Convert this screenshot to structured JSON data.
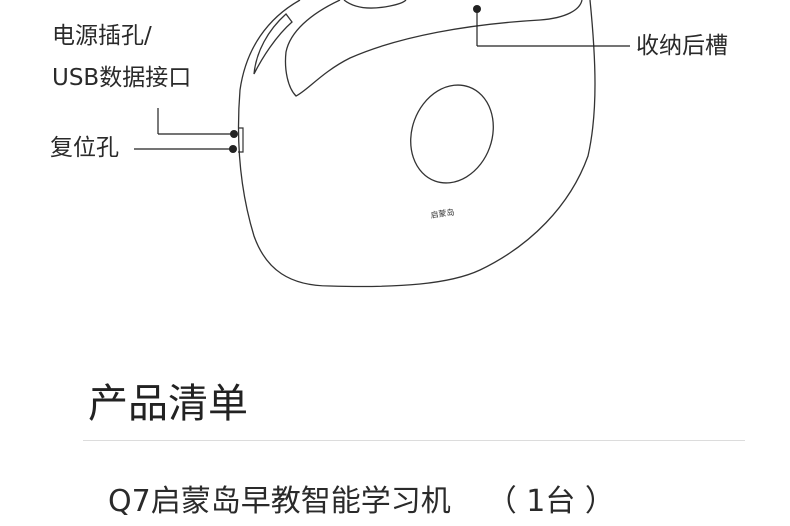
{
  "diagram": {
    "labels": {
      "power_line1": "电源插孔/",
      "power_line2": "USB数据接口",
      "reset": "复位孔",
      "storage": "收纳后槽"
    },
    "device_logo": "启蒙岛"
  },
  "section": {
    "title": "产品清单"
  },
  "items": [
    {
      "name": "Q7启蒙岛早教智能学习机",
      "quantity": "（ 1台 ）"
    }
  ],
  "colors": {
    "outline": "#333333",
    "divider": "#dcdcdc",
    "text": "#222222"
  }
}
